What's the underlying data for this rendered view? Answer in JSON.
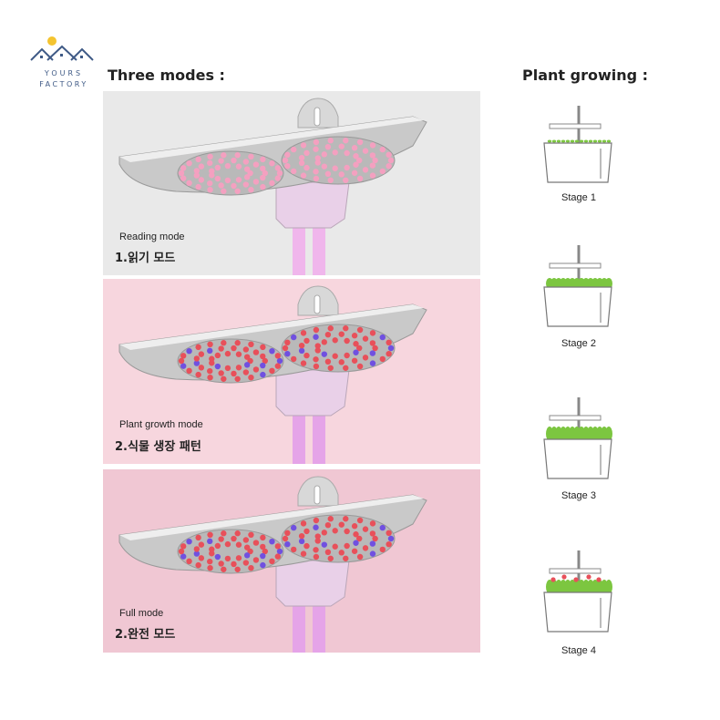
{
  "logo": {
    "line1": "YOURS",
    "line2": "FACTORY"
  },
  "headings": {
    "modes": "Three modes :",
    "growing": "Plant growing :"
  },
  "modes": [
    {
      "en": "Reading mode",
      "ko": "1.읽기 모드"
    },
    {
      "en": "Plant growth mode",
      "ko": "2.식물 생장 패턴"
    },
    {
      "en": "Full mode",
      "ko": "2.완전 모드"
    }
  ],
  "stages": [
    "Stage 1",
    "Stage 2",
    "Stage 3",
    "Stage 4"
  ],
  "colors": {
    "panel_reading": "#e9e9e9",
    "panel_growth": "#f7d6de",
    "panel_full": "#f0c7d3",
    "led_pink": "#f4a0c0",
    "led_red": "#e8505a",
    "led_blue": "#7050e0",
    "stem_pink": "#e5a4e8",
    "leaf_green": "#7cc640",
    "logo_blue": "#3f5a86",
    "sun_yellow": "#f4c430"
  }
}
